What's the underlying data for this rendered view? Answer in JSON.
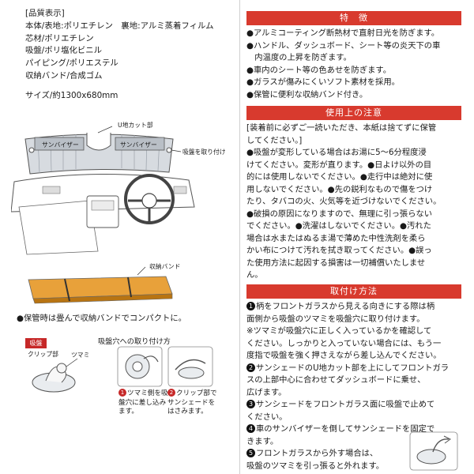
{
  "spec": {
    "header": "[品質表示]",
    "lines": [
      "本体/表地:ポリエチレン　裏地:アルミ蒸着フィルム",
      "芯材/ポリエチレン",
      "吸盤/ポリ塩化ビニル",
      "パイピング/ポリエステル",
      "収納バンド/合成ゴム"
    ],
    "size": "サイズ/約1300x680mm"
  },
  "diagram": {
    "u_cutout": "U地カット部",
    "sun_visor_left": "サンバイザー",
    "sun_visor_right": "サンバイザー",
    "suction_label": "吸盤を取り付け",
    "storage_band": "収納バンド"
  },
  "storage_note": "●保管時は畳んで収納バンドでコンパクトに。",
  "suction": {
    "badge": "吸盤",
    "clip": "クリップ部",
    "knob": "ツマミ",
    "attach_title": "吸盤穴への取り付け方",
    "step1": [
      "ツマミ側を吸",
      "盤穴に差し込み",
      "ます。"
    ],
    "step2": [
      "クリップ部で",
      "サンシェードを",
      "はさみます。"
    ],
    "step1_num": "1",
    "step2_num": "2"
  },
  "features": {
    "title": "特　徴",
    "lines": [
      "●アルミコーティング断熱材で直射日光を防ぎます。",
      "●ハンドル、ダッシュボード、シート等の炎天下の車",
      "　内温度の上昇を防ぎます。",
      "●車内のシート等の色あせを防ぎます。",
      "●ガラスが傷みにくいソフト素材を採用。",
      "●保管に便利な収納バンド付き。"
    ]
  },
  "cautions": {
    "title": "使用上の注意",
    "lines": [
      "[装着前に必ずご一読いただき、本紙は捨てずに保管",
      "してください。]",
      "●吸盤が変形している場合はお湯に5～6分程度浸",
      "けてください。変形が直ります。●日よけ以外の目",
      "的には使用しないでください。●走行中は絶対に使",
      "用しないでください。●先の鋭利なもので傷をつけ",
      "たり、タバコの火、火気等を近づけないでください。",
      "●破損の原因になりますので、無理に引っ張らない",
      "でください。●洗濯はしないでください。●汚れた",
      "場合は水またはぬるま湯で薄めた中性洗剤を柔ら",
      "かい布につけて汚れを拭き取ってください。●誤っ",
      "た使用方法に起因する損害は一切補償いたしませ",
      "ん。"
    ]
  },
  "install": {
    "title": "取付け方法",
    "lines": [
      {
        "n": "1",
        "t": "柄をフロントガラスから見える向きにする際は柄"
      },
      {
        "n": "",
        "t": "面側から吸盤のツマミを吸盤穴に取り付けます。"
      },
      {
        "n": "",
        "t": "※ツマミが吸盤穴に正しく入っているかを確認して"
      },
      {
        "n": "",
        "t": "ください。しっかりと入っていない場合には、もう一"
      },
      {
        "n": "",
        "t": "度指で吸盤を強く押さえながら差し込んでください。"
      },
      {
        "n": "2",
        "t": "サンシェードのU地カット部を上にしてフロントガラ"
      },
      {
        "n": "",
        "t": "スの上部中心に合わせてダッシュボードに乗せ、"
      },
      {
        "n": "",
        "t": "広げます。"
      },
      {
        "n": "3",
        "t": "サンシェードをフロントガラス面に吸盤で止めて"
      },
      {
        "n": "",
        "t": "ください。"
      },
      {
        "n": "4",
        "t": "車のサンバイザーを倒してサンシェードを固定で"
      },
      {
        "n": "",
        "t": "きます。"
      },
      {
        "n": "5",
        "t": "フロントガラスから外す場合は、"
      },
      {
        "n": "",
        "t": "吸盤のツマミを引っ張ると外れます。"
      }
    ]
  },
  "colors": {
    "accent": "#d83a2e",
    "badge": "#c62828",
    "storage_band": "#e8a13a"
  }
}
